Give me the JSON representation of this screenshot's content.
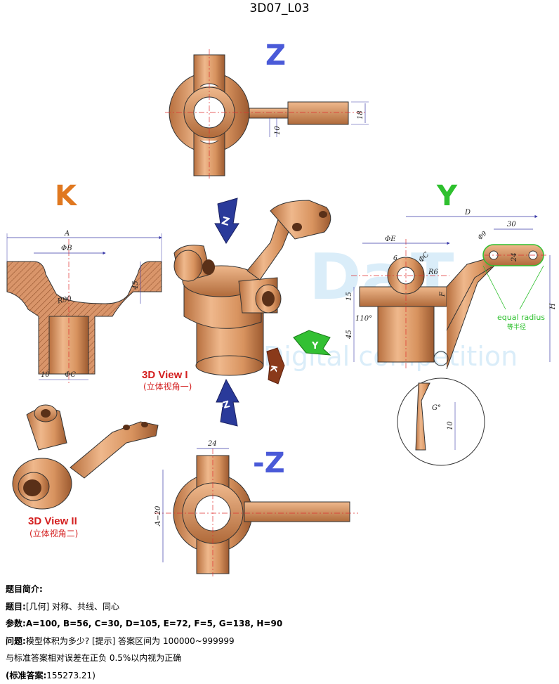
{
  "title": "3D07_L03",
  "views": {
    "z": "Z",
    "k": "K",
    "y": "Y",
    "neg_z": "-Z",
    "arrow_z": "Z",
    "arrow_y": "Y",
    "arrow_k": "K",
    "arrow_neg_z": "-Z"
  },
  "captions": {
    "view1_en": "3D View I",
    "view1_zh": "(立体视角一)",
    "view2_en": "3D View II",
    "view2_zh": "(立体视角二)"
  },
  "dimensions": {
    "z_18": "18",
    "z_10": "10",
    "k_A": "A",
    "k_B": "ΦB",
    "k_R90": "R90",
    "k_45": "45",
    "k_10": "10",
    "k_C": "ΦC",
    "y_D": "D",
    "y_30": "30",
    "y_E": "ΦE",
    "y_C": "ΦC",
    "y_6": "6",
    "y_9": "Φ9",
    "y_24": "24",
    "y_R6": "R6",
    "y_F": "F",
    "y_15": "15",
    "y_110": "110°",
    "y_45": "45",
    "y_H": "H",
    "y_G": "G°",
    "y_10": "10",
    "nz_24": "24",
    "nz_A20": "A−20",
    "equal_radius_en": "equal radius",
    "equal_radius_zh": "等半径"
  },
  "watermark": "Digital competition",
  "colors": {
    "part": "#d9956a",
    "part_dark": "#a9623a",
    "dim_line": "#3a3aa8",
    "centerline": "#e03030",
    "view_blue": "#4a5ad8",
    "view_orange": "#e07820",
    "view_green": "#2ec02e",
    "caption_red": "#d42020"
  },
  "info": {
    "heading": "题目简介:",
    "topic_label": "题目:",
    "topic_value": "[几何] 对称、共线、同心",
    "params_label": "参数:",
    "params_value": "A=100,  B=56,  C=30,  D=105,  E=72,  F=5,  G=138,  H=90",
    "question_label": "问题:",
    "question_value": "模型体积为多少?  [提示] 答案区间为 100000~999999",
    "tolerance": "与标准答案相对误差在正负 0.5%以内视为正确",
    "answer_label": "(标准答案:",
    "answer_value": "155273.21)"
  }
}
